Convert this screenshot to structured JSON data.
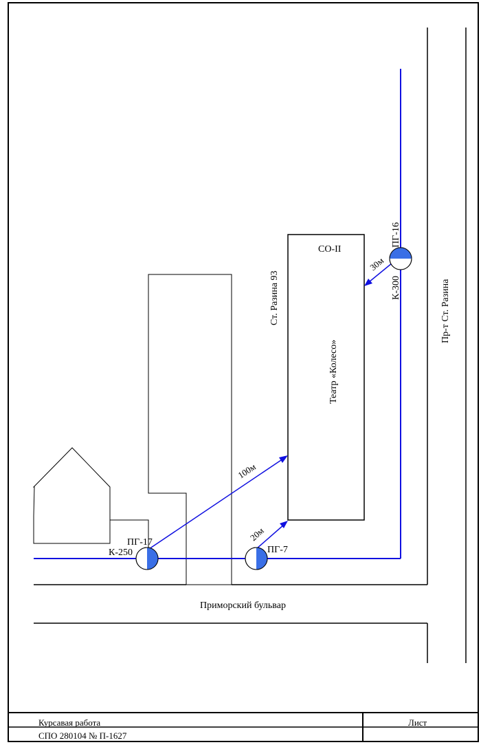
{
  "labels": {
    "theater": "Театр «Колесо»",
    "station": "СО-II",
    "street_address": "Ст. Разина 93",
    "avenue": "Пр-т Ст. Разина",
    "boulevard": "Приморский бульвар"
  },
  "hydrants": {
    "pg17": "ПГ-17",
    "pg7": "ПГ-7",
    "pg16": "ПГ-16"
  },
  "pipes": {
    "k250": "К-250",
    "k300": "К-300"
  },
  "distances": {
    "d100": "100м",
    "d20": "20м",
    "d30": "30м"
  },
  "title_block": {
    "work": "Курсавая работа",
    "code": "СПО 280104 № П-1627",
    "sheet": "Лист"
  },
  "colors": {
    "pipe": "#1010e0",
    "hydrant_fill": "#3a6fe6"
  }
}
